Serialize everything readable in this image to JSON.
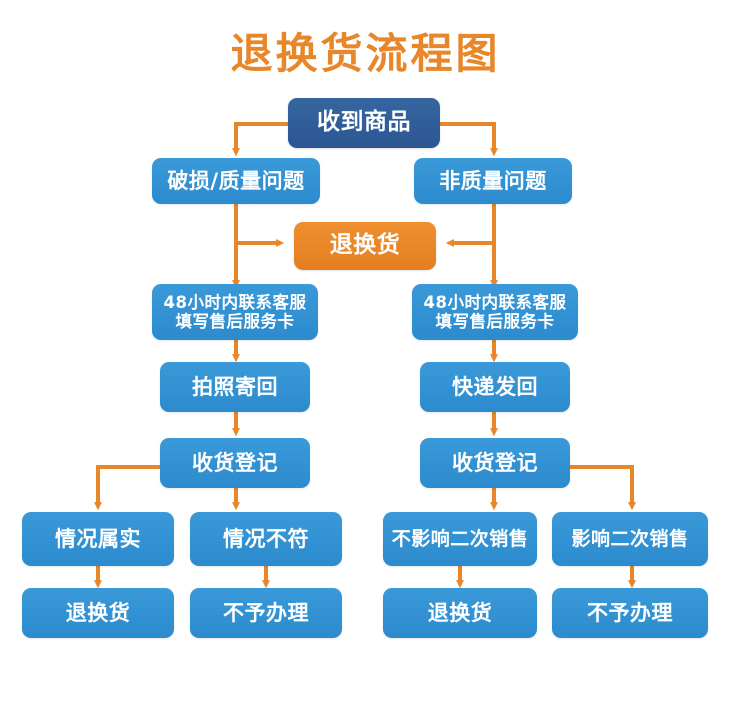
{
  "page": {
    "title": "退换货流程图",
    "title_color": "#e8862a",
    "background": "#ffffff"
  },
  "colors": {
    "box_blue": "#3191d4",
    "box_dark_blue": "#2f5e9e",
    "box_orange": "#e8862a",
    "connector_orange": "#e8862a",
    "text_white": "#ffffff"
  },
  "flow": {
    "start": {
      "label": "收到商品",
      "style": "darkblue"
    },
    "branch_left": {
      "label": "破损/质量问题",
      "style": "blue"
    },
    "branch_right": {
      "label": "非质量问题",
      "style": "blue"
    },
    "merge": {
      "label": "退换货",
      "style": "orange"
    },
    "left_path": [
      {
        "label": "48小时内联系客服\n填写售后服务卡",
        "style": "blue"
      },
      {
        "label": "拍照寄回",
        "style": "blue"
      },
      {
        "label": "收货登记",
        "style": "blue"
      }
    ],
    "right_path": [
      {
        "label": "48小时内联系客服\n填写售后服务卡",
        "style": "blue"
      },
      {
        "label": "快递发回",
        "style": "blue"
      },
      {
        "label": "收货登记",
        "style": "blue"
      }
    ],
    "outcomes_left": [
      {
        "condition": "情况属实",
        "result": "退换货",
        "style": "blue"
      },
      {
        "condition": "情况不符",
        "result": "不予办理",
        "style": "blue"
      }
    ],
    "outcomes_right": [
      {
        "condition": "不影响二次销售",
        "result": "退换货",
        "style": "blue"
      },
      {
        "condition": "影响二次销售",
        "result": "不予办理",
        "style": "blue"
      }
    ]
  }
}
